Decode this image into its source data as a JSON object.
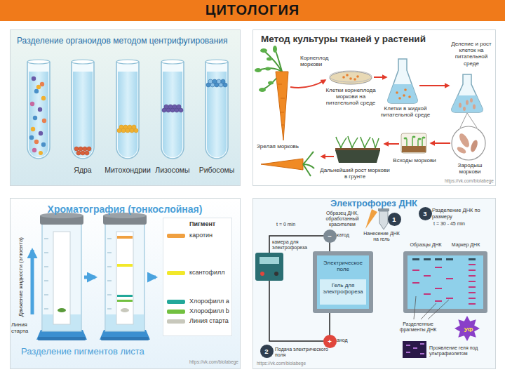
{
  "diagram": {
    "title": "ЦИТОЛОГИЯ",
    "nodes": [
      {
        "text": [
          "Разделение органоидов методом центрифугирования"
        ]
      },
      {
        "text": [
          "Метод культуры тканей у растений"
        ]
      },
      {
        "text": [
          "Хроматография (тонкослойная)"
        ]
      },
      {
        "text": [
          "Электрофорез ДНК"
        ]
      },
      {
        "text": [
          "3"
        ],
        "in": 3
      },
      {
        "text": [
          "1"
        ],
        "in": 3
      },
      {
        "text": [
          "−"
        ],
        "in": 3
      },
      {
        "text": [
          "УФ"
        ],
        "in": 3
      },
      {
        "text": [
          "+"
        ],
        "in": 3
      },
      {
        "text": [
          "2"
        ],
        "in": 3
      }
    ],
    "labels": [
      "Ядра",
      "Митохондрии",
      "Лизосомы",
      "Рибосомы",
      "Корнеплод моркови",
      "Клетки корнеплода моркови на питательной среде",
      "Клетки в жидкой питательной среде",
      "Деление и рост клеток на питательной среде",
      "Зародыш моркови",
      "Всходы моркови",
      "Дальнейший рост моркови в грунте",
      "Зрелая морковь",
      "https://vk.com/biolabege",
      "Движение жидкости (элюента)",
      "Линия старта",
      "Пигмент",
      "Разделение пигментов листа",
      "https://vk.com/biolabege",
      "t = 0 min",
      "Образец ДНК, обработанный красителем",
      "Нанесение ДНК на гель",
      "Разделение ДНК по размеру",
      "t = 30 - 45 min",
      "камера для электрофореза",
      "катод",
      "Образцы ДНК",
      "Маркер ДНК",
      "Электрическое поле",
      "Гель для электрофореза",
      "анод",
      "Подача электрического поля",
      "Разделенные фрагменты ДНК",
      "Проявление геля под ультрафиолетом",
      "https://vk.com/biolabege"
    ],
    "legend": [
      {
        "text": "каротин",
        "color": "#f0a040"
      },
      {
        "text": "ксантофилл",
        "color": "#f2e82a"
      },
      {
        "text": "Хлорофилл a",
        "color": "#22a89a"
      },
      {
        "text": "Хлорофилл b",
        "color": "#72c040"
      },
      {
        "text": "Линия старта",
        "color": "#c8c8bc"
      }
    ]
  }
}
